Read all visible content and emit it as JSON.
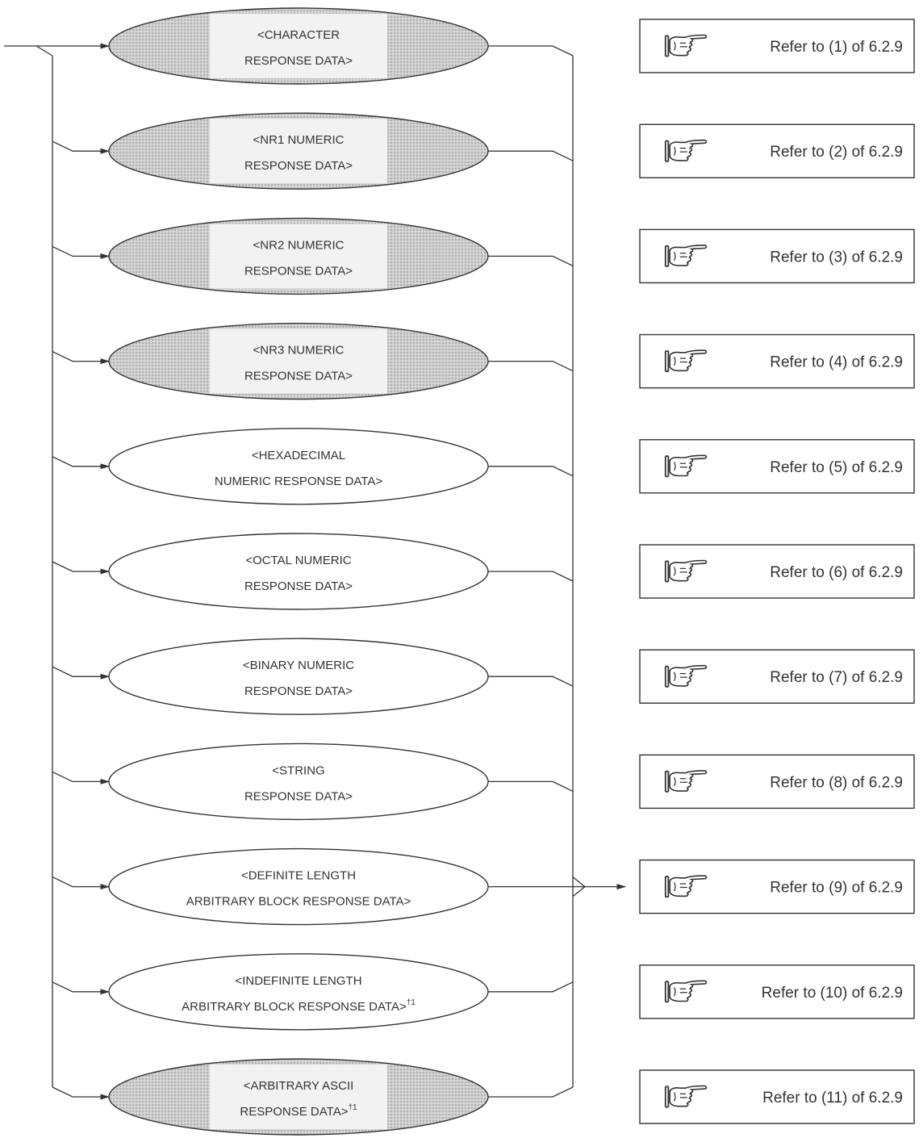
{
  "nodes": [
    {
      "line1": "<CHARACTER",
      "line2": "RESPONSE DATA>",
      "sup": "",
      "shaded": true,
      "ref": "Refer to (1) of 6.2.9"
    },
    {
      "line1": "<NR1 NUMERIC",
      "line2": "RESPONSE DATA>",
      "sup": "",
      "shaded": true,
      "ref": "Refer to (2) of 6.2.9"
    },
    {
      "line1": "<NR2 NUMERIC",
      "line2": "RESPONSE DATA>",
      "sup": "",
      "shaded": true,
      "ref": "Refer to (3) of 6.2.9"
    },
    {
      "line1": "<NR3 NUMERIC",
      "line2": "RESPONSE DATA>",
      "sup": "",
      "shaded": true,
      "ref": "Refer to (4) of 6.2.9"
    },
    {
      "line1": "<HEXADECIMAL",
      "line2": "NUMERIC RESPONSE DATA>",
      "sup": "",
      "shaded": false,
      "ref": "Refer to (5) of 6.2.9"
    },
    {
      "line1": "<OCTAL NUMERIC",
      "line2": "RESPONSE DATA>",
      "sup": "",
      "shaded": false,
      "ref": "Refer to (6) of 6.2.9"
    },
    {
      "line1": "<BINARY NUMERIC",
      "line2": "RESPONSE DATA>",
      "sup": "",
      "shaded": false,
      "ref": "Refer to (7) of 6.2.9"
    },
    {
      "line1": "<STRING",
      "line2": "RESPONSE DATA>",
      "sup": "",
      "shaded": false,
      "ref": "Refer to (8) of 6.2.9"
    },
    {
      "line1": "<DEFINITE LENGTH",
      "line2": "ARBITRARY BLOCK RESPONSE DATA>",
      "sup": "",
      "shaded": false,
      "ref": "Refer to (9) of 6.2.9"
    },
    {
      "line1": "<INDEFINITE LENGTH",
      "line2": "ARBITRARY BLOCK RESPONSE DATA>",
      "sup": "†1",
      "shaded": false,
      "ref": "Refer to (10) of 6.2.9"
    },
    {
      "line1": "<ARBITRARY ASCII",
      "line2": "RESPONSE DATA>",
      "sup": "†1",
      "shaded": true,
      "ref": "Refer to (11) of 6.2.9"
    }
  ],
  "icons": {
    "ref": "pointing-hand-icon"
  },
  "colors": {
    "line": "#333333",
    "shade": "#c8c8c8",
    "label_bg": "#f2f2f2"
  }
}
